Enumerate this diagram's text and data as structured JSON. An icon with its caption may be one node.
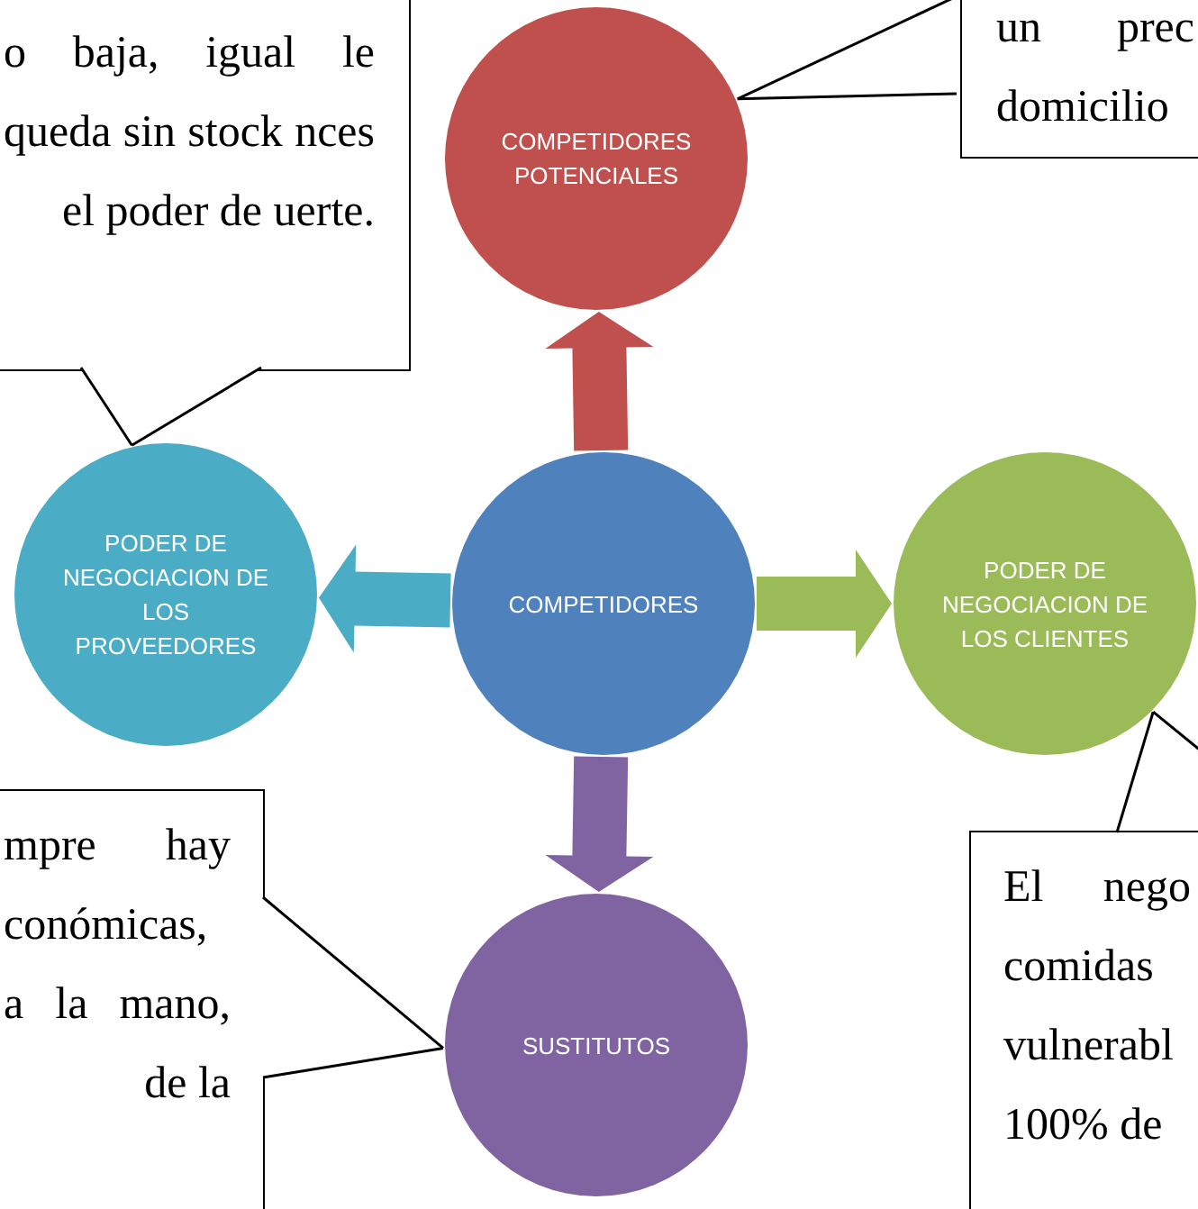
{
  "diagram": {
    "nodes": [
      {
        "text": [
          "o baja, igual le queda sin stock nces el poder de uerte."
        ]
      },
      {
        "text": [
          "COMPETIDORES POTENCIALES"
        ]
      },
      {
        "text": [
          "un prec domicilio"
        ]
      },
      {
        "text": [
          "PODER DE NEGOCIACION DE LOS PROVEEDORES"
        ]
      },
      {
        "text": [
          "COMPETIDORES"
        ]
      },
      {
        "text": [
          "PODER DE NEGOCIACION DE LOS CLIENTES"
        ]
      },
      {
        "text": [
          "mpre hay conómicas, a la mano, de la"
        ]
      },
      {
        "text": [
          "SUSTITUTOS"
        ]
      },
      {
        "text": [
          "El nego comidas vulnerabl 100% de"
        ]
      }
    ],
    "edges": [
      {
        "from": 4,
        "to": 1,
        "arrow": "to",
        "style": "thick",
        "color": "#c0504d"
      },
      {
        "from": 4,
        "to": 3,
        "arrow": "to",
        "style": "thick",
        "color": "#4bacc6"
      },
      {
        "from": 4,
        "to": 5,
        "arrow": "to",
        "style": "thick",
        "color": "#9bbb59"
      },
      {
        "from": 4,
        "to": 7,
        "arrow": "to",
        "style": "thick",
        "color": "#8064a2"
      },
      {
        "from": 0,
        "to": 3,
        "arrow": "none"
      },
      {
        "from": 2,
        "to": 1,
        "arrow": "none"
      },
      {
        "from": 6,
        "to": 7,
        "arrow": "none"
      },
      {
        "from": 8,
        "to": 5,
        "arrow": "none"
      }
    ]
  }
}
